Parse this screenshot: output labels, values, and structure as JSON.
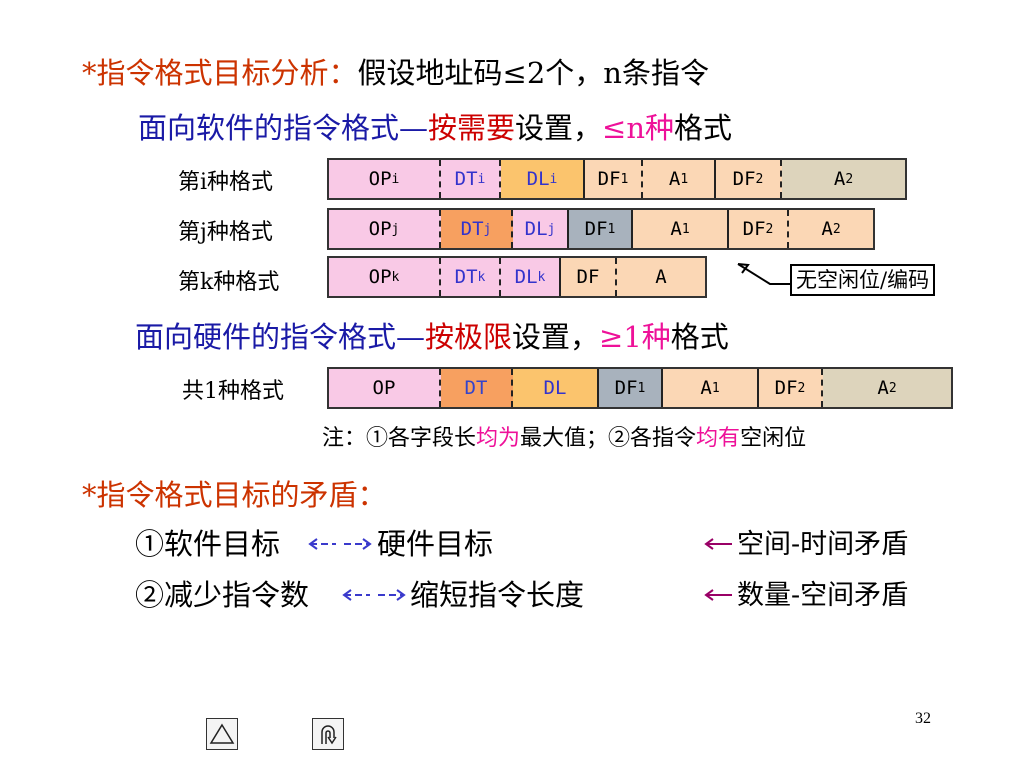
{
  "line1": {
    "prefix": "*指令格式目标分析：",
    "rest": "假设地址码≤2个，n条指令"
  },
  "line2": {
    "a": "面向软件的指令格式—",
    "b": "按需要",
    "c": "设置，",
    "d": "≤n种",
    "e": "格式"
  },
  "formats": [
    {
      "label": "第i种格式",
      "cells": [
        {
          "text": "OP",
          "sub": "i"
        },
        {
          "text": "DT",
          "sub": "i"
        },
        {
          "text": "DL",
          "sub": "i"
        },
        {
          "text": "DF",
          "sub": "1"
        },
        {
          "text": "A",
          "sub": "1"
        },
        {
          "text": "DF",
          "sub": "2"
        },
        {
          "text": "A",
          "sub": "2"
        }
      ]
    },
    {
      "label": "第j种格式",
      "cells": [
        {
          "text": "OP",
          "sub": "j"
        },
        {
          "text": "DT",
          "sub": "j"
        },
        {
          "text": "DL",
          "sub": "j"
        },
        {
          "text": "DF",
          "sub": "1"
        },
        {
          "text": "A",
          "sub": "1"
        },
        {
          "text": "DF",
          "sub": "2"
        },
        {
          "text": "A",
          "sub": "2"
        }
      ]
    },
    {
      "label": "第k种格式",
      "cells": [
        {
          "text": "OP",
          "sub": "k"
        },
        {
          "text": "DT",
          "sub": "k"
        },
        {
          "text": "DL",
          "sub": "k"
        },
        {
          "text": "DF",
          "sub": ""
        },
        {
          "text": "A",
          "sub": ""
        }
      ]
    }
  ],
  "callout": "无空闲位/编码",
  "line3": {
    "a": "面向硬件的指令格式—",
    "b": "按极限",
    "c": "设置，",
    "d": "≥1种",
    "e": "格式"
  },
  "hw_format": {
    "label": "共1种格式",
    "cells": [
      {
        "text": "OP",
        "sub": ""
      },
      {
        "text": "DT",
        "sub": ""
      },
      {
        "text": "DL",
        "sub": ""
      },
      {
        "text": "DF",
        "sub": "1"
      },
      {
        "text": "A",
        "sub": "1"
      },
      {
        "text": "DF",
        "sub": "2"
      },
      {
        "text": "A",
        "sub": "2"
      }
    ]
  },
  "note": {
    "a": "注：①各字段长",
    "b": "均为",
    "c": "最大值；②各指令",
    "d": "均有",
    "e": "空闲位"
  },
  "line4": "*指令格式目标的矛盾：",
  "contradictions": [
    {
      "left": "①软件目标",
      "right": "硬件目标",
      "result": "空间-时间矛盾"
    },
    {
      "left": "②减少指令数",
      "right": "缩短指令长度",
      "result": "数量-空间矛盾"
    }
  ],
  "page_number": "32",
  "nav": [
    {
      "icon": "triangle-up-icon"
    },
    {
      "icon": "return-arrow-icon"
    }
  ],
  "colors": {
    "red": "#cc3300",
    "blue": "#1a1aa6",
    "magenta": "#ee1199",
    "pink": "#f9c9e6",
    "yellow": "#fbc46d",
    "orange": "#f7a060",
    "peach": "#fbd7b5",
    "gray": "#a8b2bd",
    "tan": "#ddd4bc"
  }
}
